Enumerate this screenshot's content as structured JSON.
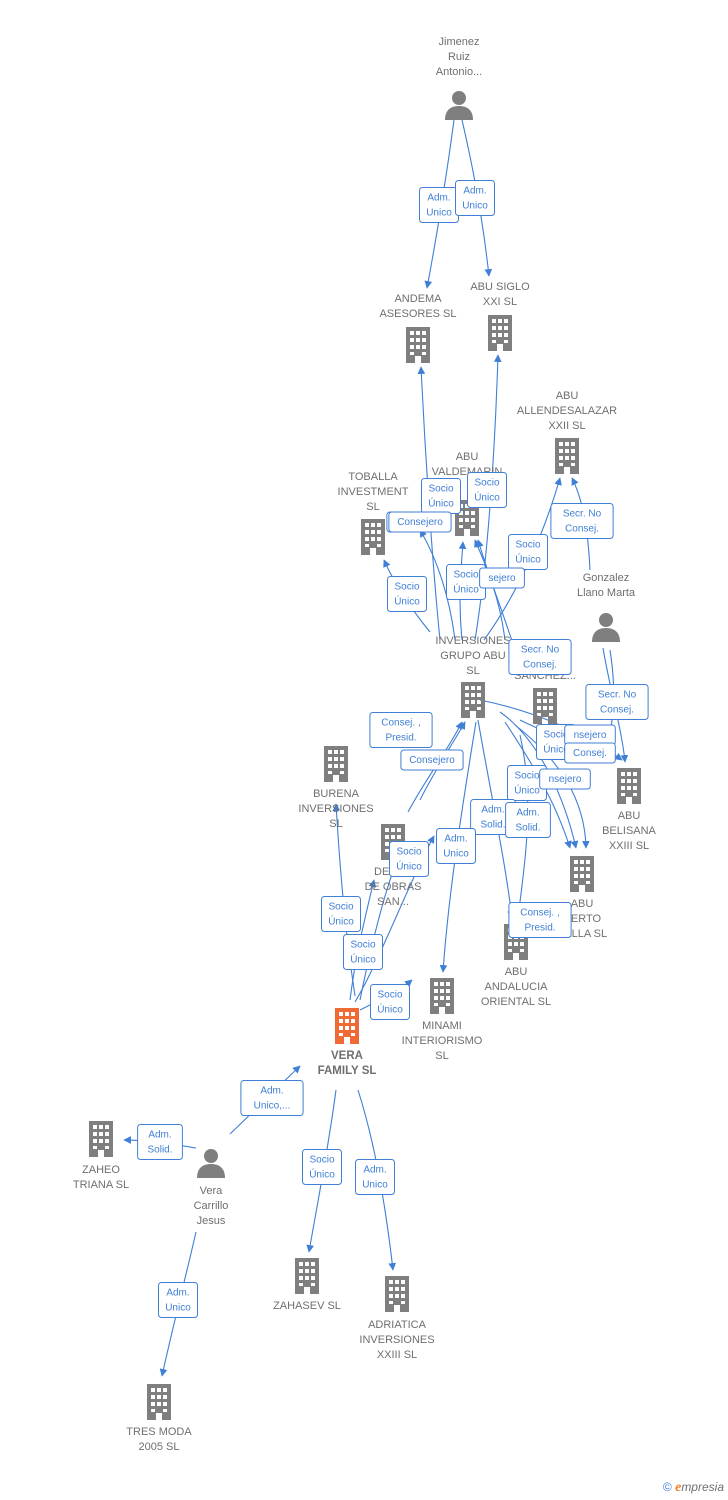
{
  "colors": {
    "edge": "#3f7fd6",
    "node": "#7f7f7f",
    "main_node": "#f06a35"
  },
  "nodes": [
    {
      "id": "jimenez",
      "kind": "person",
      "label": [
        "Jimenez",
        "Ruiz",
        "Antonio..."
      ],
      "icon": "person-icon"
    },
    {
      "id": "andema",
      "kind": "company",
      "label": [
        "ANDEMA",
        "ASESORES  SL"
      ],
      "icon": "building-icon"
    },
    {
      "id": "abusiglo",
      "kind": "company",
      "label": [
        "ABU SIGLO",
        "XXI  SL"
      ],
      "icon": "building-icon"
    },
    {
      "id": "allende",
      "kind": "company",
      "label": [
        "ABU",
        "ALLENDESALAZAR",
        "XXII  SL"
      ],
      "icon": "building-icon"
    },
    {
      "id": "toballa",
      "kind": "company",
      "label": [
        "TOBALLA",
        "INVESTMENT",
        "SL"
      ],
      "icon": "building-icon"
    },
    {
      "id": "valdemarin",
      "kind": "company",
      "label": [
        "ABU",
        "VALDEMARIN"
      ],
      "icon": "building-icon"
    },
    {
      "id": "gonzalez",
      "kind": "person",
      "label": [
        "Gonzalez",
        "Llano Marta"
      ],
      "icon": "person-icon"
    },
    {
      "id": "inversiones",
      "kind": "company",
      "label": [
        "INVERSIONES",
        "GRUPO ABU",
        "SL"
      ],
      "icon": "building-icon"
    },
    {
      "id": "sanchez",
      "kind": "company",
      "label": [
        "SANCHEZ..."
      ],
      "icon": "building-icon"
    },
    {
      "id": "burena",
      "kind": "company",
      "label": [
        "BURENA",
        "INVERSIONES",
        "SL"
      ],
      "icon": "building-icon"
    },
    {
      "id": "belisana",
      "kind": "company",
      "label": [
        "ABU",
        "BELISANA",
        "XXIII  SL"
      ],
      "icon": "building-icon"
    },
    {
      "id": "desar",
      "kind": "company",
      "label": [
        "DESAR",
        "DE OBRAS",
        "SAN..."
      ],
      "icon": "building-icon"
    },
    {
      "id": "puerto",
      "kind": "company",
      "label": [
        "ABU",
        "UERTO",
        "BELLA  SL"
      ],
      "icon": "building-icon"
    },
    {
      "id": "andalucia",
      "kind": "company",
      "label": [
        "ABU",
        "ANDALUCIA",
        "ORIENTAL  SL"
      ],
      "icon": "building-icon"
    },
    {
      "id": "minami",
      "kind": "company",
      "label": [
        "MINAMI",
        "INTERIORISMO",
        "SL"
      ],
      "icon": "building-icon"
    },
    {
      "id": "vera",
      "kind": "main",
      "label": [
        "VERA",
        "FAMILY  SL"
      ],
      "icon": "building-icon"
    },
    {
      "id": "zaheo",
      "kind": "company",
      "label": [
        "ZAHEO",
        "TRIANA  SL"
      ],
      "icon": "building-icon"
    },
    {
      "id": "verap",
      "kind": "person",
      "label": [
        "Vera",
        "Carrillo",
        "Jesus"
      ],
      "icon": "person-icon"
    },
    {
      "id": "zahasev",
      "kind": "company",
      "label": [
        "ZAHASEV  SL"
      ],
      "icon": "building-icon"
    },
    {
      "id": "adriatica",
      "kind": "company",
      "label": [
        "ADRIATICA",
        "INVERSIONES",
        "XXIII  SL"
      ],
      "icon": "building-icon"
    },
    {
      "id": "tresmoda",
      "kind": "company",
      "label": [
        "TRES MODA",
        "2005  SL"
      ],
      "icon": "building-icon"
    }
  ],
  "relations": [
    {
      "id": "r1",
      "lines": [
        "Adm.",
        "Unico"
      ]
    },
    {
      "id": "r2",
      "lines": [
        "Adm.",
        "Unico"
      ]
    },
    {
      "id": "r3",
      "lines": [
        "Socio",
        "Único"
      ]
    },
    {
      "id": "r4",
      "lines": [
        "Socio",
        "Único"
      ]
    },
    {
      "id": "r5",
      "lines": [
        "Consejero"
      ]
    },
    {
      "id": "r6",
      "lines": [
        "Socio",
        "Único"
      ]
    },
    {
      "id": "r7",
      "lines": [
        "Secr.  No",
        "Consej."
      ]
    },
    {
      "id": "r8",
      "lines": [
        "Socio",
        "Único"
      ]
    },
    {
      "id": "r9",
      "lines": [
        "Socio",
        "Único"
      ]
    },
    {
      "id": "r10",
      "lines": [
        "sejero"
      ]
    },
    {
      "id": "r11",
      "lines": [
        "Secr.  No",
        "Consej."
      ]
    },
    {
      "id": "r12",
      "lines": [
        "Consejero"
      ]
    },
    {
      "id": "r13",
      "lines": [
        "Secr.  No",
        "Consej."
      ]
    },
    {
      "id": "r14",
      "lines": [
        "Consej. ,",
        "Presid."
      ]
    },
    {
      "id": "r15",
      "lines": [
        "Socio",
        "Único"
      ]
    },
    {
      "id": "r16",
      "lines": [
        "nsejero"
      ]
    },
    {
      "id": "r17",
      "lines": [
        "Consej."
      ]
    },
    {
      "id": "r18",
      "lines": [
        "Consejero"
      ]
    },
    {
      "id": "r19",
      "lines": [
        "Socio",
        "Único"
      ]
    },
    {
      "id": "r20",
      "lines": [
        "nsejero"
      ]
    },
    {
      "id": "r21",
      "lines": [
        "Adm.",
        "Solid."
      ]
    },
    {
      "id": "r22",
      "lines": [
        "Adm.",
        "Solid."
      ]
    },
    {
      "id": "r23",
      "lines": [
        "Adm.",
        "Unico"
      ]
    },
    {
      "id": "r24",
      "lines": [
        "Socio",
        "Único"
      ]
    },
    {
      "id": "r25",
      "lines": [
        "Socio",
        "Único"
      ]
    },
    {
      "id": "r26",
      "lines": [
        "Consej. ,",
        "Presid."
      ]
    },
    {
      "id": "r27",
      "lines": [
        "Socio",
        "Único"
      ]
    },
    {
      "id": "r28",
      "lines": [
        "Socio",
        "Único"
      ]
    },
    {
      "id": "r29",
      "lines": [
        "Adm.",
        "Unico,..."
      ]
    },
    {
      "id": "r30",
      "lines": [
        "Adm.",
        "Solid."
      ]
    },
    {
      "id": "r31",
      "lines": [
        "Adm.",
        "Unico"
      ]
    },
    {
      "id": "r32",
      "lines": [
        "Socio",
        "Único"
      ]
    },
    {
      "id": "r33",
      "lines": [
        "Adm.",
        "Unico"
      ]
    }
  ],
  "footer": {
    "copyright": "©",
    "brand_initial": "e",
    "brand_rest": "mpresia"
  }
}
